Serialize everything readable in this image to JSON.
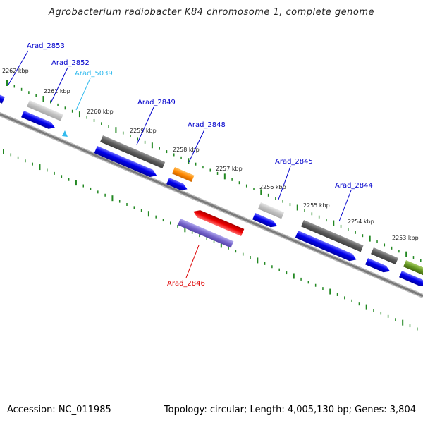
{
  "title": "Agrobacterium radiobacter K84 chromosome 1, complete genome",
  "footer": {
    "accession": "Accession: NC_011985",
    "summary": "Topology: circular; Length: 4,005,130 bp; Genes: 3,804"
  },
  "kbp_labels": [
    "2262 kbp",
    "2261 kbp",
    "2260 kbp",
    "2259 kbp",
    "2258 kbp",
    "2257 kbp",
    "2256 kbp",
    "2255 kbp",
    "2254 kbp",
    "2253 kbp"
  ],
  "gene_labels": [
    {
      "text": "Arad_2853",
      "color": "#0000cc"
    },
    {
      "text": "Arad_2852",
      "color": "#0000cc"
    },
    {
      "text": "Arad_5039",
      "color": "#33bbee"
    },
    {
      "text": "Arad_2849",
      "color": "#0000cc"
    },
    {
      "text": "Arad_2848",
      "color": "#0000cc"
    },
    {
      "text": "Arad_2845",
      "color": "#0000cc"
    },
    {
      "text": "Arad_2844",
      "color": "#0000cc"
    },
    {
      "text": "Arad_2846",
      "color": "#dd0000"
    }
  ],
  "colors": {
    "backbone": "#808080",
    "tick": "#228822",
    "cds_blue": "#0000ee",
    "gene_gray": "#666666",
    "gene_lightgray": "#c8c8c8",
    "gene_orange": "#ff8800",
    "gene_red": "#ee0000",
    "gene_purple": "#7766cc",
    "gene_olive": "#669922",
    "trna_cyan": "#33bbee"
  }
}
